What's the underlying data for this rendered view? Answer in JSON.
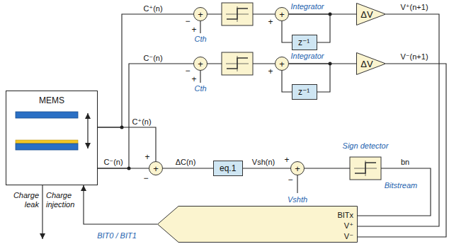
{
  "diagram": {
    "nodes": [
      {
        "text": [
          "MEMS"
        ]
      },
      {
        "text": [
          "+"
        ]
      },
      {
        "text": [
          "+"
        ]
      },
      {
        "text": [
          "z⁻¹"
        ]
      },
      {
        "text": [
          "ΔV"
        ]
      },
      {
        "text": [
          "+"
        ]
      },
      {
        "text": [
          "+"
        ]
      },
      {
        "text": [
          "z⁻¹"
        ]
      },
      {
        "text": [
          "ΔV"
        ]
      },
      {
        "text": [
          "+"
        ]
      },
      {
        "text": [
          "eq.1"
        ]
      },
      {
        "text": [
          "+"
        ]
      },
      {
        "text": [
          "BITx",
          "V⁺",
          "V⁻"
        ]
      }
    ],
    "edges": [
      {
        "from": 0,
        "to": 1,
        "label": "C⁺(n)",
        "arrow": "none"
      },
      {
        "from": 0,
        "to": 5,
        "label": "C⁻(n)",
        "arrow": "none"
      },
      {
        "from": 0,
        "to": 9,
        "label": "C⁺(n)",
        "arrow": "none"
      },
      {
        "from": 0,
        "to": 9,
        "label": "C⁻(n)",
        "arrow": "none"
      },
      {
        "from": 2,
        "to": 4,
        "arrow": "none"
      },
      {
        "from": 2,
        "to": 3,
        "arrow": "none"
      },
      {
        "from": 3,
        "to": 2,
        "arrow": "none"
      },
      {
        "from": 6,
        "to": 8,
        "arrow": "none"
      },
      {
        "from": 6,
        "to": 7,
        "arrow": "none"
      },
      {
        "from": 7,
        "to": 6,
        "arrow": "none"
      },
      {
        "from": 4,
        "to": 12,
        "label": "V⁺(n+1)",
        "arrow": "none"
      },
      {
        "from": 8,
        "to": 12,
        "label": "V⁻(n+1)",
        "arrow": "none"
      },
      {
        "from": 9,
        "to": 10,
        "label": "ΔC(n)",
        "arrow": "none"
      },
      {
        "from": 10,
        "to": 11,
        "label": "Vsh(n)",
        "arrow": "none"
      },
      {
        "from": 12,
        "to": 0,
        "label": "BIT0 / BIT1",
        "arrow": "to"
      }
    ],
    "labels": [
      "−",
      "+",
      "Cth",
      "Integrator",
      "+",
      "−",
      "+",
      "Cth",
      "Integrator",
      "+",
      "+",
      "−",
      "+",
      "−",
      "Vshth",
      "Sign detector",
      "bn",
      "Bitstream",
      "Charge leak",
      "Charge injection"
    ]
  }
}
